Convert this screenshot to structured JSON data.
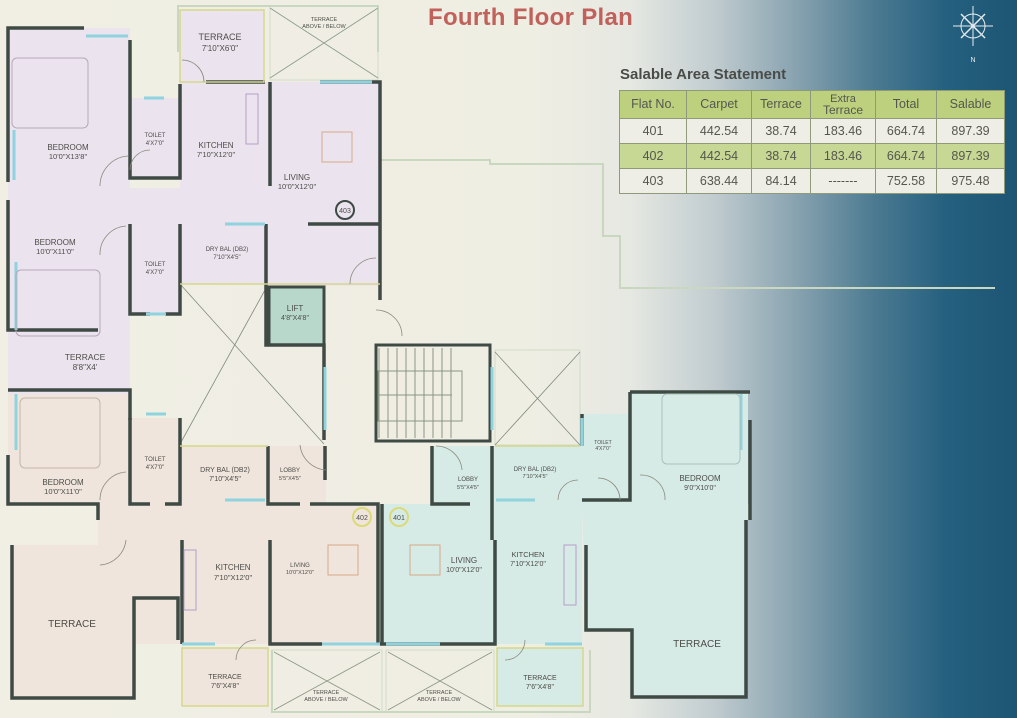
{
  "title": "Fourth Floor Plan",
  "compass": {
    "icon": "north-compass-icon",
    "label": "N"
  },
  "salable_area_statement": {
    "title": "Salable Area Statement",
    "columns": [
      "Flat No.",
      "Carpet",
      "Terrace",
      "Extra Terrace",
      "Total",
      "Salable"
    ],
    "column_lines": {
      "extra_terrace_1": "Extra",
      "extra_terrace_2": "Terrace"
    },
    "rows": [
      {
        "flat": "401",
        "carpet": "442.54",
        "terrace": "38.74",
        "extra_terrace": "183.46",
        "total": "664.74",
        "salable": "897.39"
      },
      {
        "flat": "402",
        "carpet": "442.54",
        "terrace": "38.74",
        "extra_terrace": "183.46",
        "total": "664.74",
        "salable": "897.39"
      },
      {
        "flat": "403",
        "carpet": "638.44",
        "terrace": "84.14",
        "extra_terrace": "-------",
        "total": "752.58",
        "salable": "975.48"
      }
    ]
  },
  "colors": {
    "flat_403_fill": "#ebe3ee",
    "flat_402_fill": "#efe5dc",
    "flat_401_fill": "#d7ebe6",
    "lift_fill": "#b9d8cc",
    "wall": "#3f4a45",
    "window": "#8fd3df",
    "title": "#c0615b",
    "table_header": "#bcd07e"
  },
  "plan": {
    "flat_403": {
      "unit_badge": "403",
      "terrace_top": {
        "name": "TERRACE",
        "size": "7'10\"X6'0\""
      },
      "terrace_above_below": {
        "line1": "TERRACE",
        "line2": "ABOVE / BELOW"
      },
      "bedroom_1": {
        "name": "BEDROOM",
        "size": "10'0\"X13'8\""
      },
      "toilet_1": {
        "name": "TOILET",
        "size": "4'X7'0\""
      },
      "kitchen": {
        "name": "KITCHEN",
        "size": "7'10\"X12'0\""
      },
      "living": {
        "name": "LIVING",
        "size": "10'0\"X12'0\""
      },
      "bedroom_2": {
        "name": "BEDROOM",
        "size": "10'0\"X11'0\""
      },
      "toilet_2": {
        "name": "TOILET",
        "size": "4'X7'0\""
      },
      "dry_bal": {
        "name": "DRY BAL (DB2)",
        "size": "7'10\"X4'5\""
      },
      "terrace_side": {
        "name": "TERRACE",
        "size": "8'8\"X4'"
      }
    },
    "lift": {
      "name": "LIFT",
      "size": "4'8\"X4'8\""
    },
    "flat_402": {
      "unit_badge": "402",
      "bedroom": {
        "name": "BEDROOM",
        "size": "10'0\"X11'0\""
      },
      "toilet": {
        "name": "TOILET",
        "size": "4'X7'0\""
      },
      "dry_bal": {
        "name": "DRY BAL (DB2)",
        "size": "7'10\"X4'5\""
      },
      "lobby": {
        "name": "LOBBY",
        "size": "5'5\"X4'5\""
      },
      "kitchen": {
        "name": "KITCHEN",
        "size": "7'10\"X12'0\""
      },
      "living": {
        "name": "LIVING",
        "size": "10'0\"X12'0\""
      },
      "terrace_big": {
        "name": "TERRACE"
      },
      "terrace_small": {
        "name": "TERRACE",
        "size": "7'6\"X4'8\""
      },
      "terrace_above_below": {
        "line1": "TERRACE",
        "line2": "ABOVE / BELOW"
      }
    },
    "flat_401": {
      "unit_badge": "401",
      "lobby": {
        "name": "LOBBY",
        "size": "5'5\"X4'5\""
      },
      "dry_bal": {
        "name": "DRY BAL (DB2)",
        "size": "7'10\"X4'5\""
      },
      "toilet": {
        "name": "TOILET",
        "size": "4'X7'0\""
      },
      "bedroom": {
        "name": "BEDROOM",
        "size": "9'0\"X10'0\""
      },
      "living": {
        "name": "LIVING",
        "size": "10'0\"X12'0\""
      },
      "kitchen": {
        "name": "KITCHEN",
        "size": "7'10\"X12'0\""
      },
      "terrace_big": {
        "name": "TERRACE"
      },
      "terrace_small": {
        "name": "TERRACE",
        "size": "7'6\"X4'8\""
      },
      "terrace_above_below": {
        "line1": "TERRACE",
        "line2": "ABOVE / BELOW"
      }
    }
  }
}
